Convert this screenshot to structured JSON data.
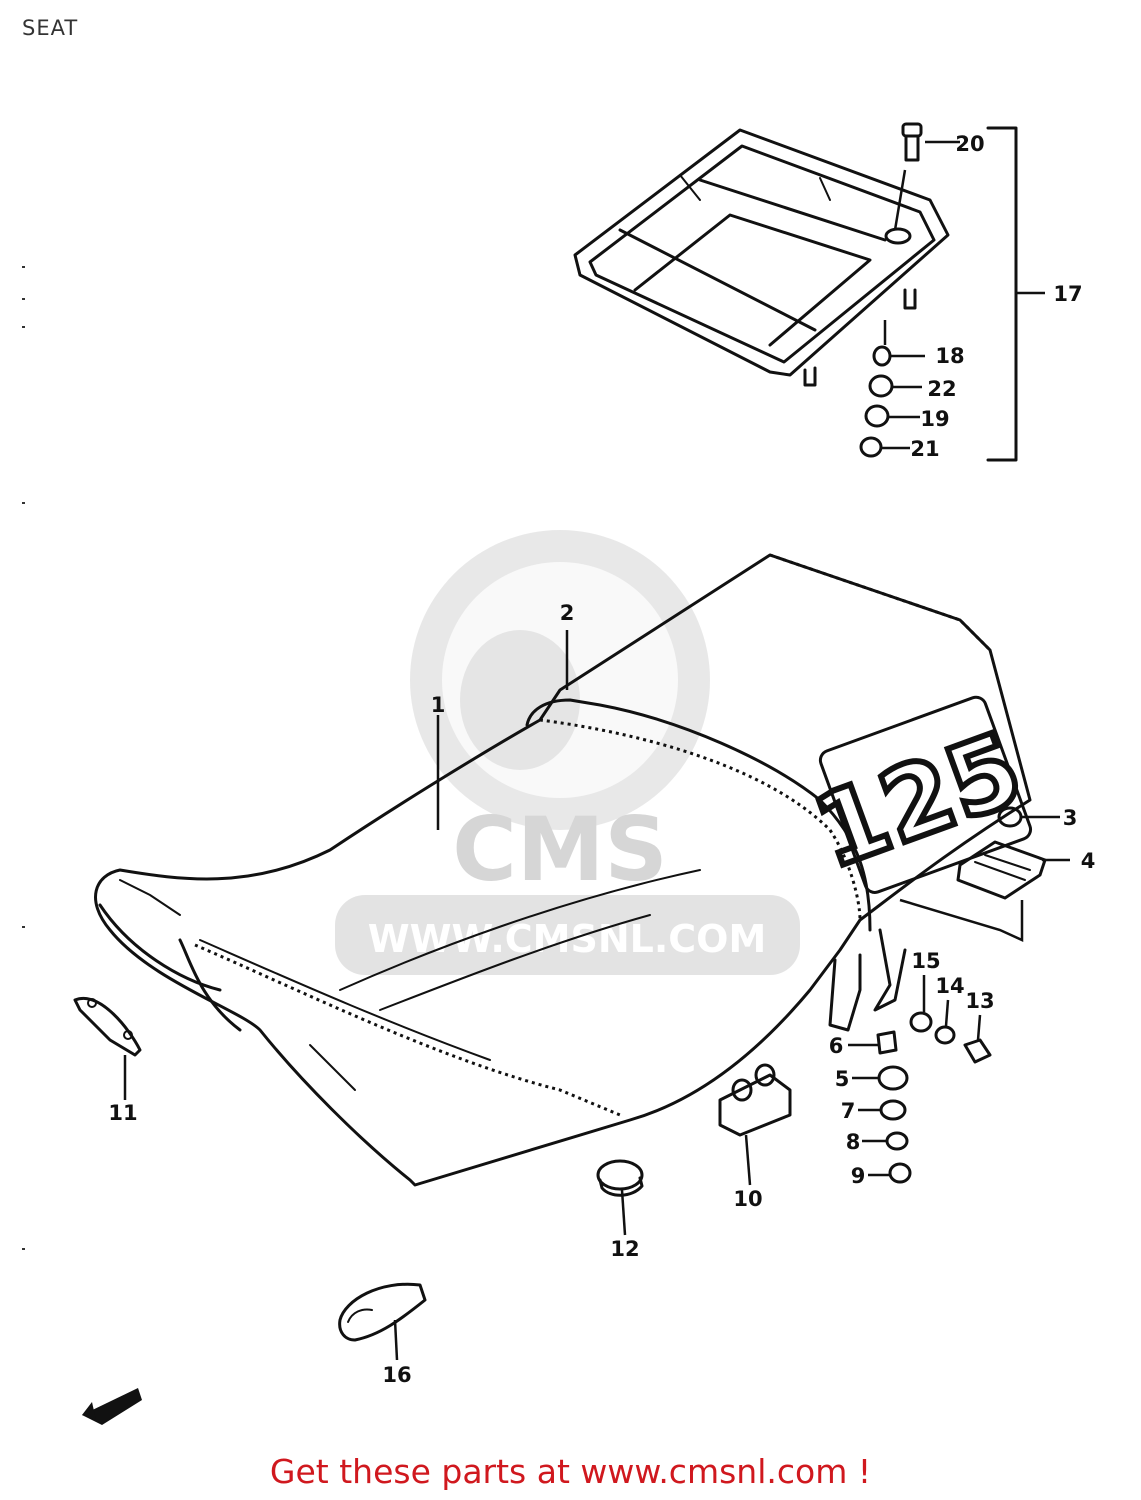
{
  "header": {
    "title": "SEAT"
  },
  "diagram": {
    "callouts": [
      {
        "num": "1"
      },
      {
        "num": "2"
      },
      {
        "num": "3"
      },
      {
        "num": "4"
      },
      {
        "num": "5"
      },
      {
        "num": "6"
      },
      {
        "num": "7"
      },
      {
        "num": "8"
      },
      {
        "num": "9"
      },
      {
        "num": "10"
      },
      {
        "num": "11"
      },
      {
        "num": "12"
      },
      {
        "num": "13"
      },
      {
        "num": "14"
      },
      {
        "num": "15"
      },
      {
        "num": "16"
      },
      {
        "num": "17"
      },
      {
        "num": "18"
      },
      {
        "num": "19"
      },
      {
        "num": "20"
      },
      {
        "num": "21"
      },
      {
        "num": "22"
      }
    ],
    "seat_badge": "125",
    "watermark": {
      "brand": "CMS",
      "url": "WWW.CMSNL.COM"
    }
  },
  "footer": {
    "link_text": "Get these parts at www.cmsnl.com !"
  }
}
